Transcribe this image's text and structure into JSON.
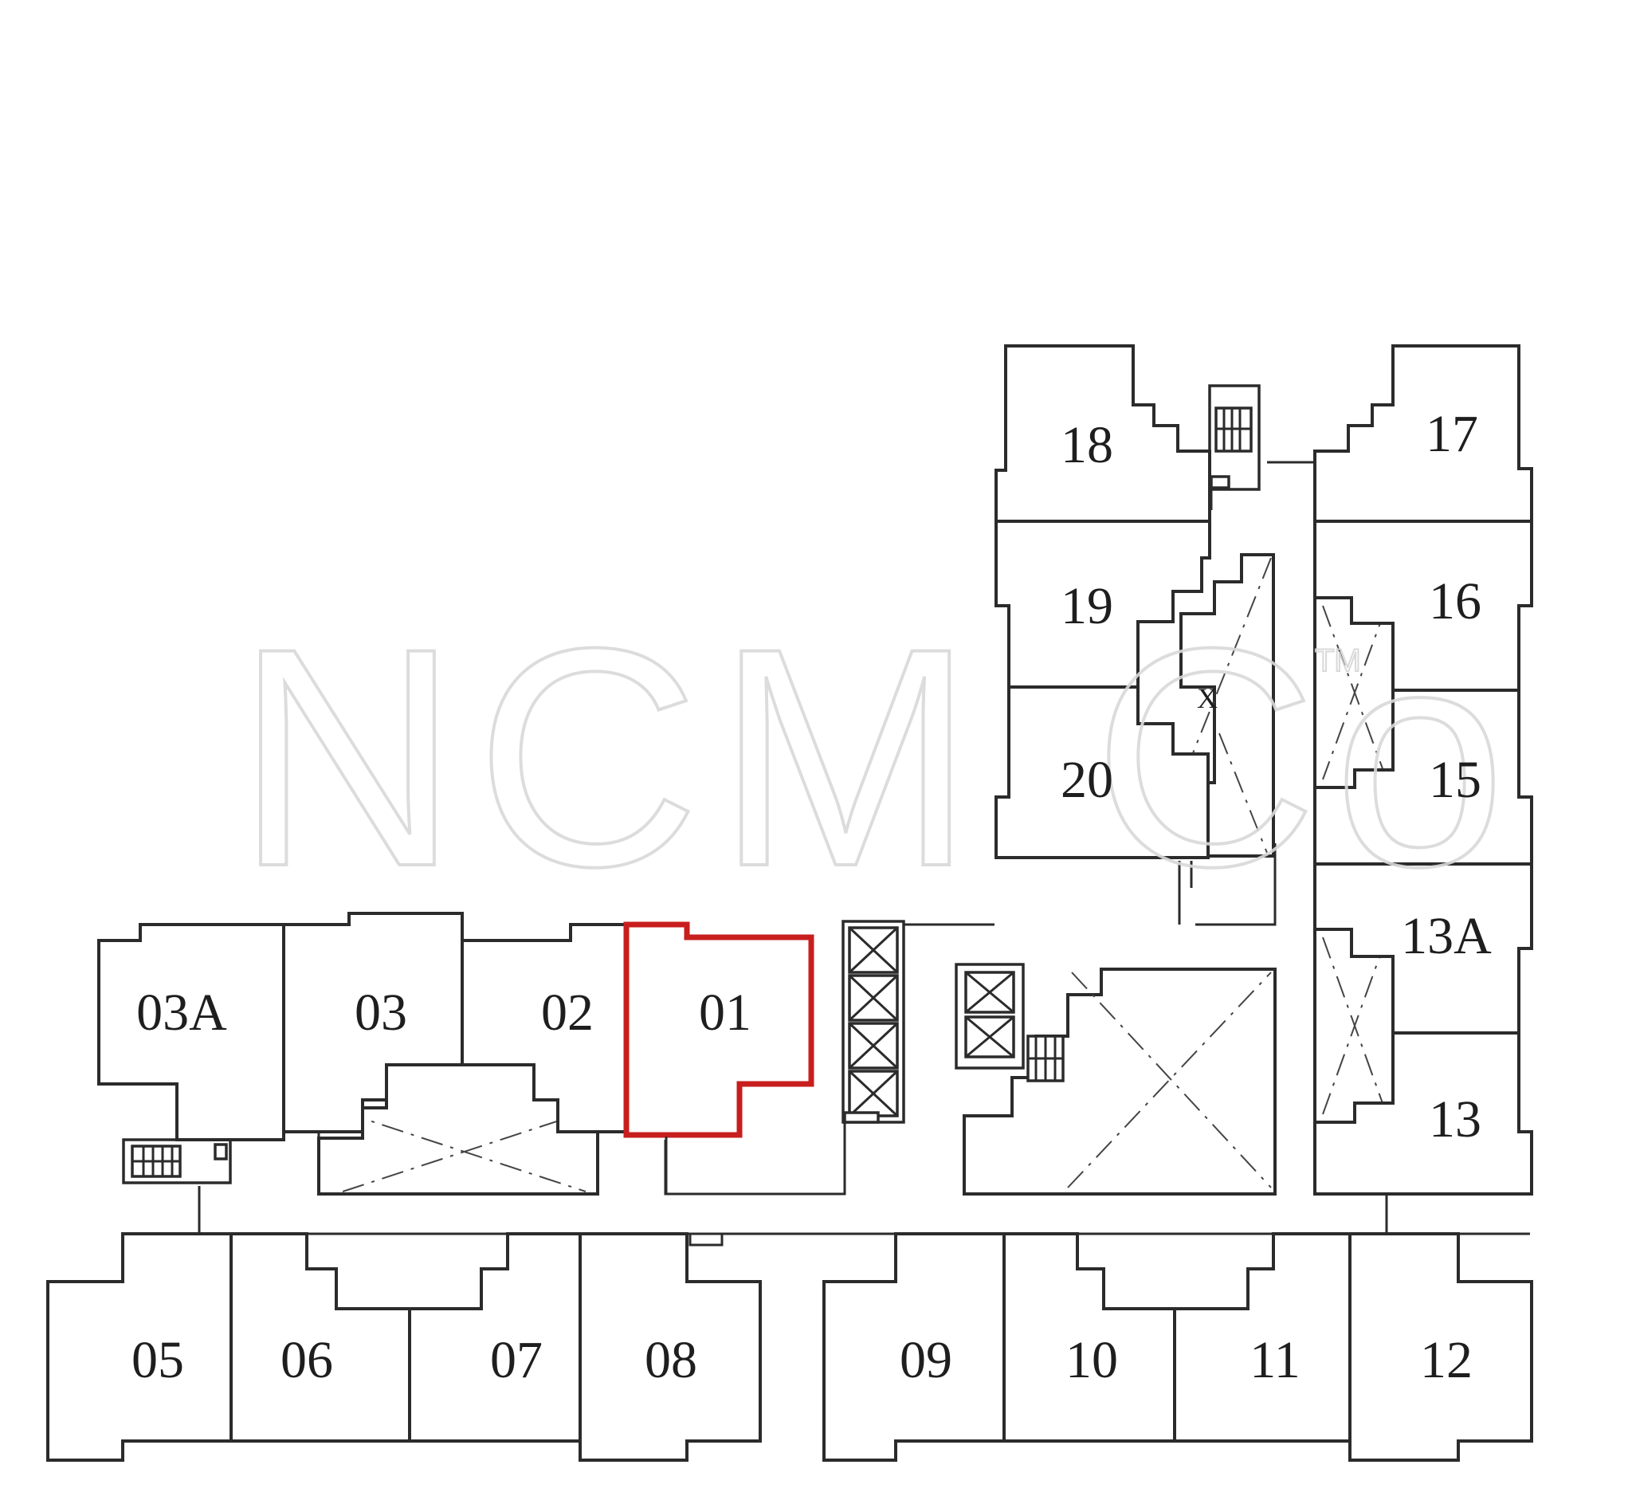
{
  "watermark": {
    "text": "NCM Co",
    "tm": "TM"
  },
  "highlight_color": "#c81e1e",
  "highlighted_unit": "01",
  "units": [
    {
      "id": "u01",
      "label": "01"
    },
    {
      "id": "u02",
      "label": "02"
    },
    {
      "id": "u03",
      "label": "03"
    },
    {
      "id": "u03a",
      "label": "03A"
    },
    {
      "id": "u05",
      "label": "05"
    },
    {
      "id": "u06",
      "label": "06"
    },
    {
      "id": "u07",
      "label": "07"
    },
    {
      "id": "u08",
      "label": "08"
    },
    {
      "id": "u09",
      "label": "09"
    },
    {
      "id": "u10",
      "label": "10"
    },
    {
      "id": "u11",
      "label": "11"
    },
    {
      "id": "u12",
      "label": "12"
    },
    {
      "id": "u13",
      "label": "13"
    },
    {
      "id": "u13a",
      "label": "13A"
    },
    {
      "id": "u15",
      "label": "15"
    },
    {
      "id": "u16",
      "label": "16"
    },
    {
      "id": "u17",
      "label": "17"
    },
    {
      "id": "u18",
      "label": "18"
    },
    {
      "id": "u19",
      "label": "19"
    },
    {
      "id": "u20",
      "label": "20"
    }
  ]
}
